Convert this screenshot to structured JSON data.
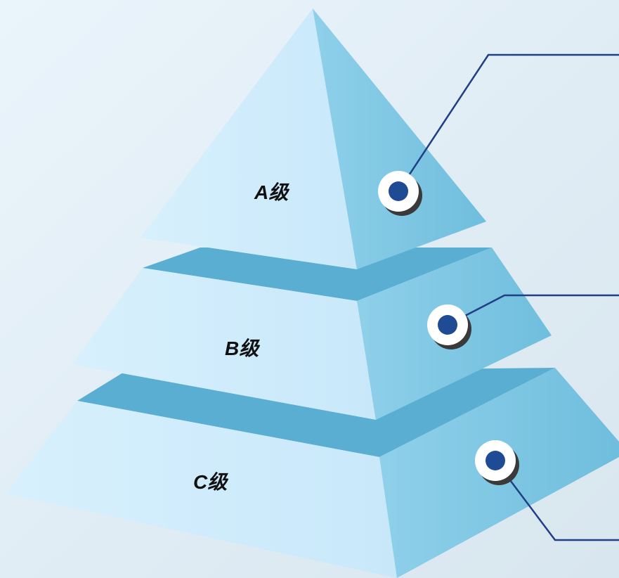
{
  "diagram": {
    "tiers": [
      {
        "id": "a",
        "label": "A级"
      },
      {
        "id": "b",
        "label": "B级"
      },
      {
        "id": "c",
        "label": "C级"
      }
    ],
    "colors": {
      "background_start": "#eaf4fb",
      "background_end": "#d6e4ee",
      "face_left": "#cdeafb",
      "face_right": "#7cc6e2",
      "top_face": "#5aaed2",
      "connector_line": "#1f3f86",
      "marker_fill": "#1f4a94",
      "marker_ring": "#ffffff",
      "marker_shadow": "#3a3a3a"
    }
  }
}
